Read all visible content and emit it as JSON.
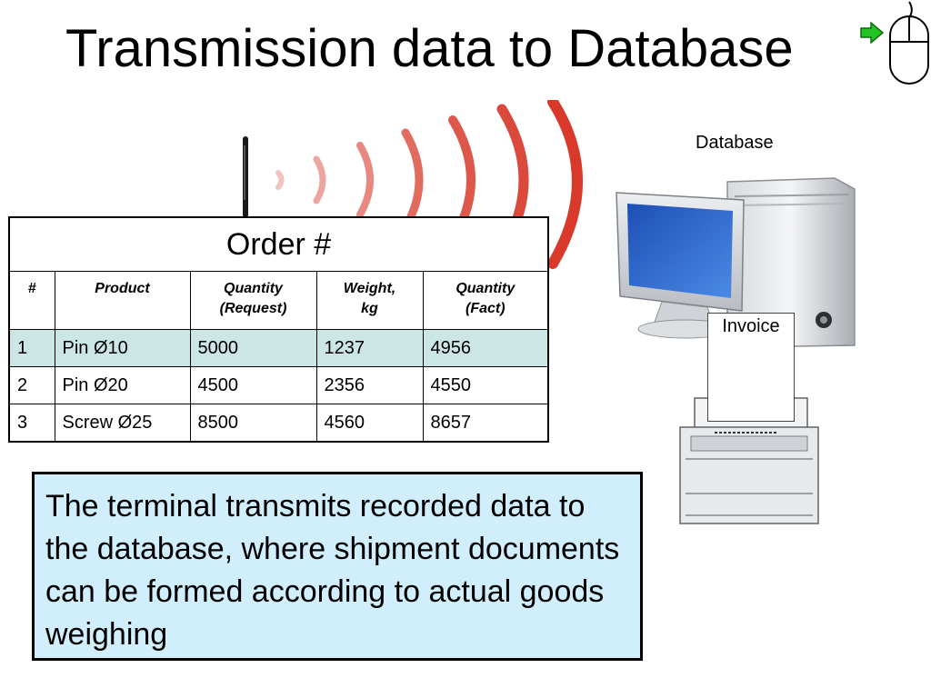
{
  "slide": {
    "title": "Transmission data to Database",
    "nav_icons": [
      "green-arrow-icon",
      "mouse-icon"
    ]
  },
  "order_table": {
    "title": "Order #",
    "headers": [
      "#",
      "Product",
      "Quantity\n(Request)",
      "Weight,\nkg",
      "Quantity\n(Fact)"
    ],
    "rows": [
      [
        "1",
        "Pin Ø10",
        "5000",
        "1237",
        "4956"
      ],
      [
        "2",
        "Pin Ø20",
        "4500",
        "2356",
        "4550"
      ],
      [
        "3",
        "Screw Ø25",
        "8500",
        "4560",
        "8657"
      ]
    ],
    "highlight_color": "#cce6e6"
  },
  "database": {
    "label": "Database",
    "invoice_label": "Invoice"
  },
  "caption": {
    "text": "The terminal transmits recorded data to the database, where shipment documents can be formed according to actual goods weighing",
    "background": "#d1eefc"
  },
  "colors": {
    "signal_waves": "#d8392b",
    "arrow": "#22c322",
    "monitor_screen": "#2a63c9"
  }
}
